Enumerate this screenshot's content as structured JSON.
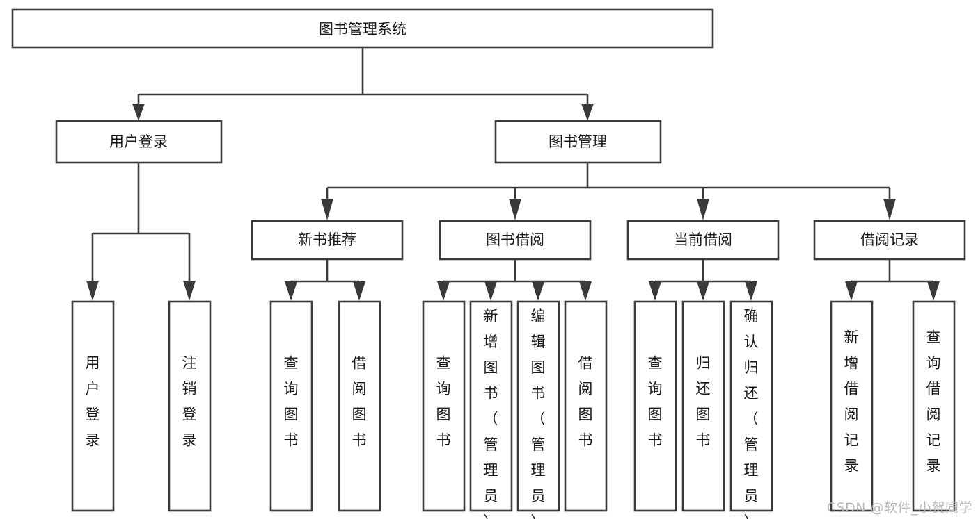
{
  "diagram": {
    "title": "图书管理系统",
    "type": "tree-hierarchy-diagram",
    "watermark": "CSDN @软件_小贺同学",
    "colors": {
      "box_stroke": "#3a3a3a",
      "box_fill": "#ffffff",
      "text": "#1a1a1a",
      "background": "#ffffff",
      "watermark": "#b9b9b9"
    },
    "nodes": {
      "root": {
        "label": "图书管理系统"
      },
      "level2": [
        {
          "id": "user-login",
          "label": "用户登录"
        },
        {
          "id": "book-management",
          "label": "图书管理"
        }
      ],
      "level3": [
        {
          "id": "new-book-recommend",
          "label": "新书推荐"
        },
        {
          "id": "book-borrow",
          "label": "图书借阅"
        },
        {
          "id": "current-borrow",
          "label": "当前借阅"
        },
        {
          "id": "borrow-record",
          "label": "借阅记录"
        }
      ],
      "leaves": [
        {
          "id": "leaf-user-login",
          "parent": "user-login",
          "label": "用户登录"
        },
        {
          "id": "leaf-logout-login",
          "parent": "user-login",
          "label": "注销登录"
        },
        {
          "id": "leaf-query-book-1",
          "parent": "new-book-recommend",
          "label": "查询图书"
        },
        {
          "id": "leaf-borrow-book-1",
          "parent": "new-book-recommend",
          "label": "借阅图书"
        },
        {
          "id": "leaf-query-book-2",
          "parent": "book-borrow",
          "label": "查询图书"
        },
        {
          "id": "leaf-add-book",
          "parent": "book-borrow",
          "label": "新增图书（管理员）"
        },
        {
          "id": "leaf-edit-book",
          "parent": "book-borrow",
          "label": "编辑图书（管理员）"
        },
        {
          "id": "leaf-borrow-book-2",
          "parent": "book-borrow",
          "label": "借阅图书"
        },
        {
          "id": "leaf-query-book-3",
          "parent": "current-borrow",
          "label": "查询图书"
        },
        {
          "id": "leaf-return-book",
          "parent": "current-borrow",
          "label": "归还图书"
        },
        {
          "id": "leaf-confirm-return",
          "parent": "current-borrow",
          "label": "确认归还（管理员）"
        },
        {
          "id": "leaf-add-record",
          "parent": "borrow-record",
          "label": "新增借阅记录"
        },
        {
          "id": "leaf-query-record",
          "parent": "borrow-record",
          "label": "查询借阅记录"
        }
      ]
    }
  }
}
